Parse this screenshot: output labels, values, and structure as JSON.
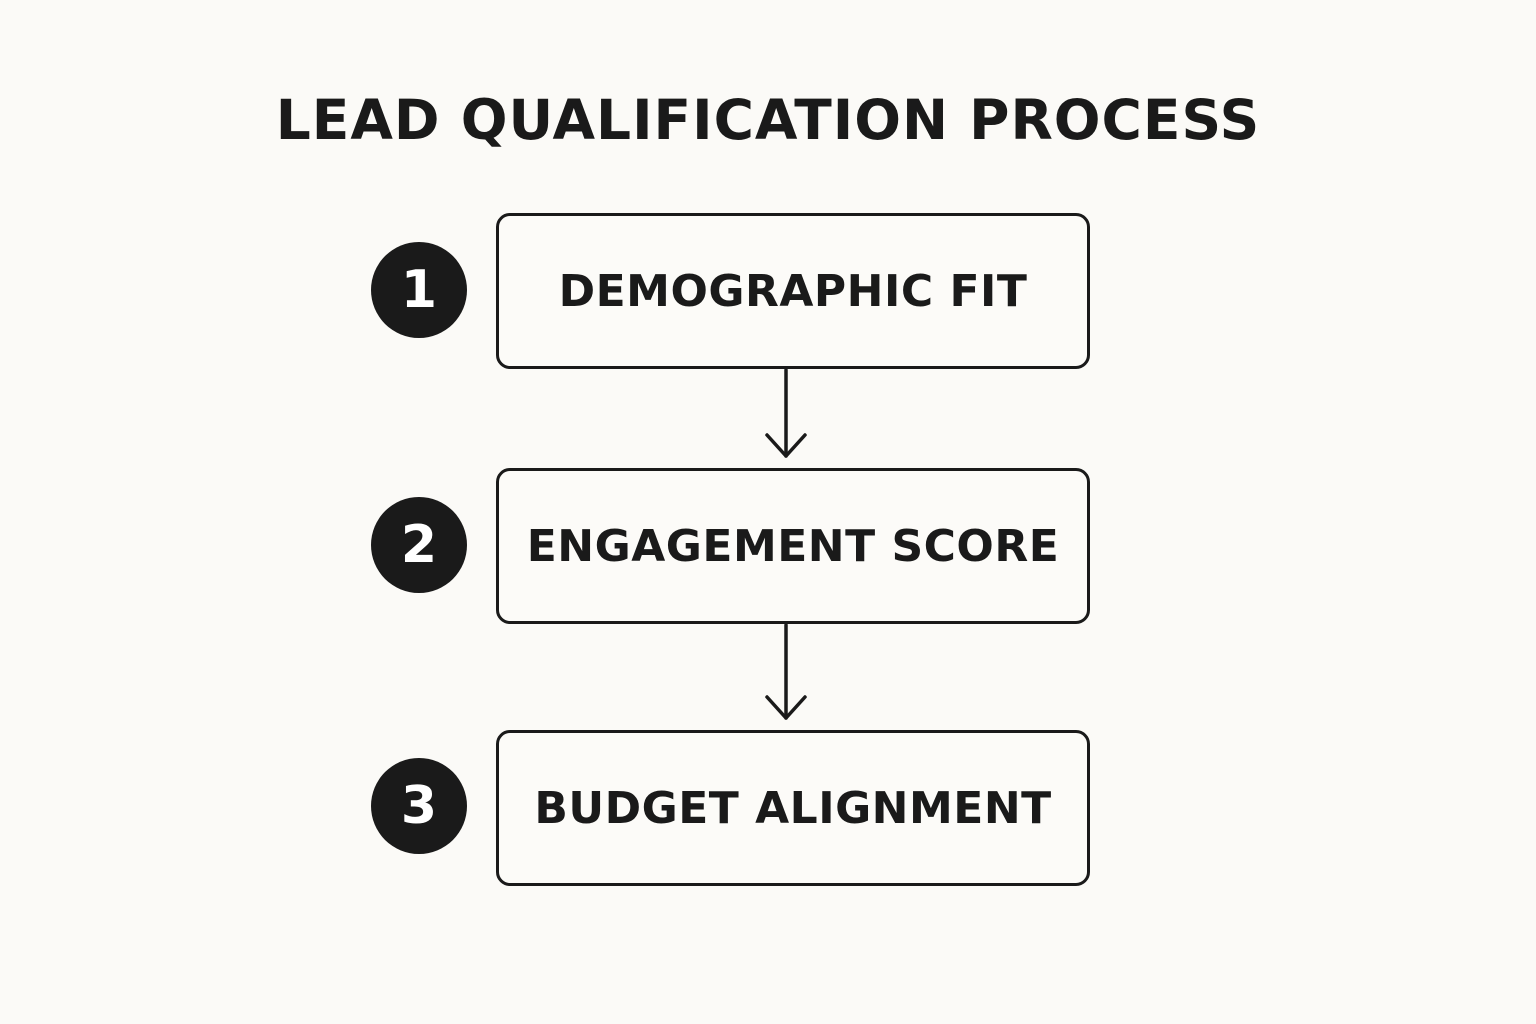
{
  "diagram": {
    "title": "LEAD QUALIFICATION PROCESS",
    "steps": [
      {
        "number": "1",
        "label": "DEMOGRAPHIC FIT"
      },
      {
        "number": "2",
        "label": "ENGAGEMENT SCORE"
      },
      {
        "number": "3",
        "label": "BUDGET ALIGNMENT"
      }
    ],
    "colors": {
      "background": "#fbfaf7",
      "ink": "#1a1a1a",
      "badge_text": "#ffffff"
    }
  }
}
